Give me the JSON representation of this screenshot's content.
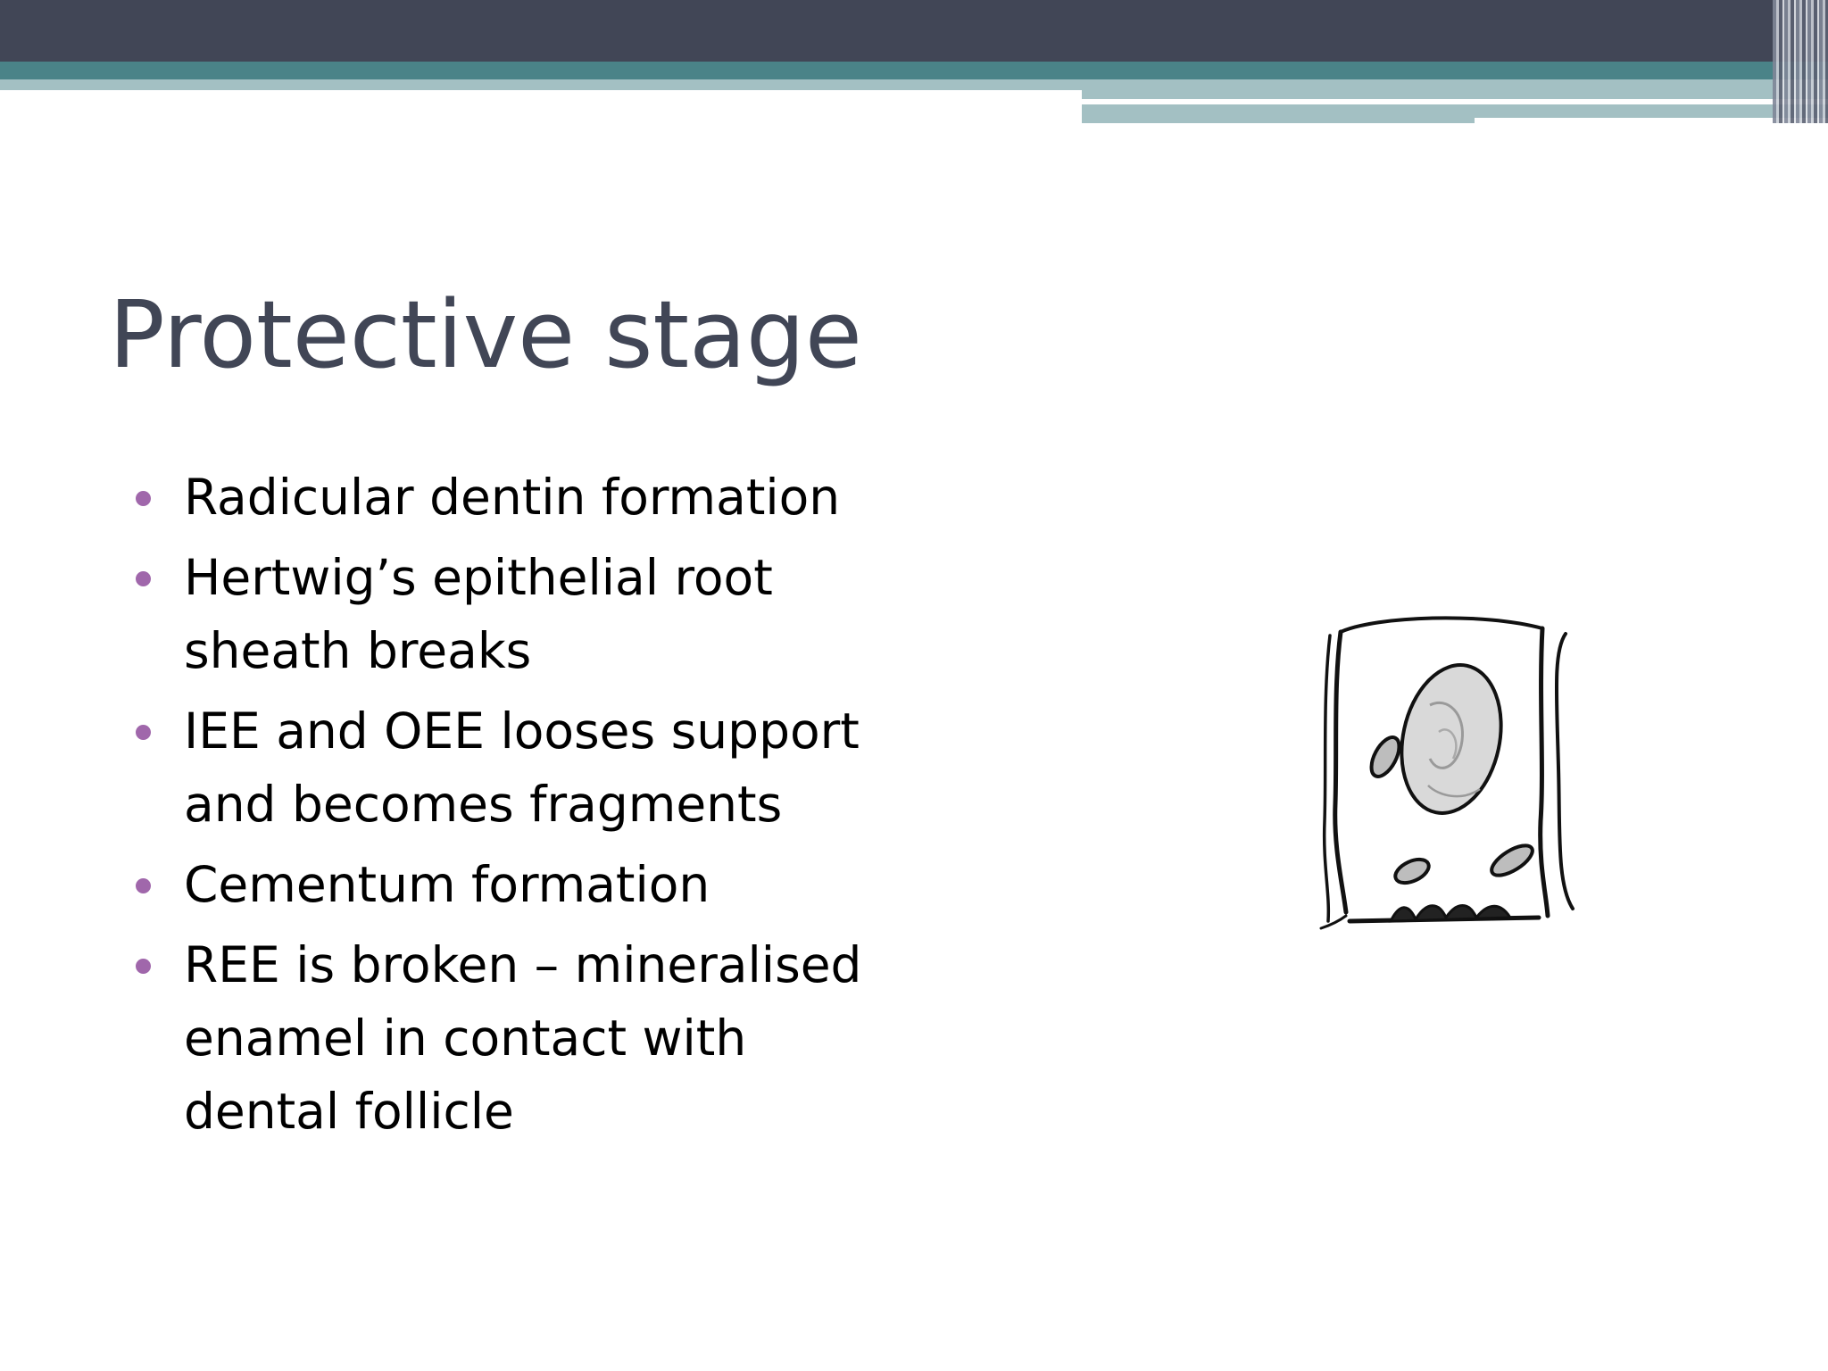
{
  "slide": {
    "title": "Protective stage",
    "bullets": [
      "Radicular dentin formation",
      "Hertwig’s epithelial root sheath breaks",
      "IEE and OEE looses support and becomes fragments",
      "Cementum formation",
      "REE is broken – mineralised enamel in contact with dental follicle"
    ]
  },
  "colors": {
    "header_dark": "#414656",
    "header_teal": "#4a8388",
    "header_pale": "#a3c0c3",
    "title_text": "#414656",
    "bullet_marker": "#a067ab",
    "body_text": "#000000"
  },
  "illustration": {
    "icon": "ameloblast-cell-sketch"
  }
}
